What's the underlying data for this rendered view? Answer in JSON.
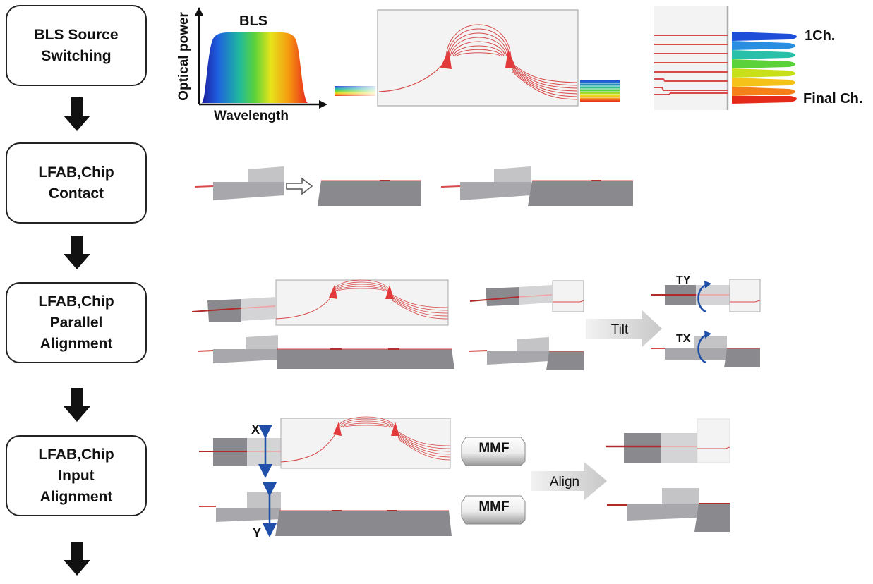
{
  "steps": [
    {
      "label": "BLS Source\nSwitching"
    },
    {
      "label": "LFAB,Chip\nContact"
    },
    {
      "label": "LFAB,Chip\nParallel\nAlignment"
    },
    {
      "label": "LFAB,Chip\nInput\nAlignment"
    }
  ],
  "spectrum": {
    "title": "BLS",
    "ylabel": "Optical power",
    "xlabel": "Wavelength"
  },
  "channels": {
    "first": "1Ch.",
    "last": "Final Ch."
  },
  "tilt": {
    "arrow_label": "Tilt",
    "ty": "TY",
    "tx": "TX"
  },
  "input_align": {
    "x_label": "X",
    "y_label": "Y",
    "mmf_top": "MMF",
    "mmf_bottom": "MMF",
    "arrow_label": "Align"
  },
  "colors": {
    "fiber_red": "#d84a4a",
    "dark_gray": "#8a8a8e",
    "mid_gray": "#b4b4b8",
    "light_gray": "#d4d4d6",
    "blue_arrow": "#1f4fa8"
  }
}
